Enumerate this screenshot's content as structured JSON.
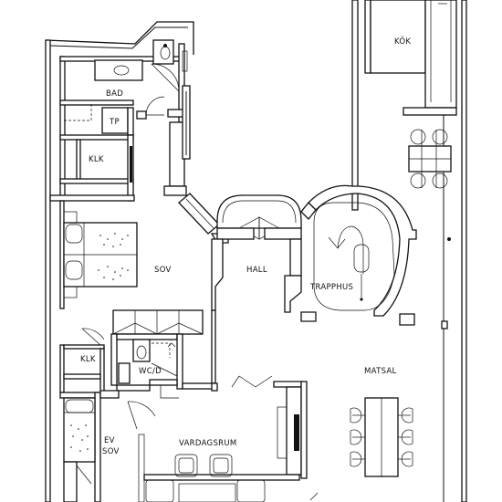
{
  "rooms": {
    "kok": "KÖK",
    "bad": "BAD",
    "tp": "TP",
    "klk_upper": "KLK",
    "sov": "SOV",
    "hall": "HALL",
    "trapphus": "TRAPPHUS",
    "klk_lower": "KLK",
    "wcd": "WC/D",
    "matsal": "MATSAL",
    "ev_sov_line1": "EV",
    "ev_sov_line2": "SOV",
    "vardagsrum": "VARDAGSRUM"
  },
  "colors": {
    "line": "#111111",
    "background": "#ffffff"
  }
}
